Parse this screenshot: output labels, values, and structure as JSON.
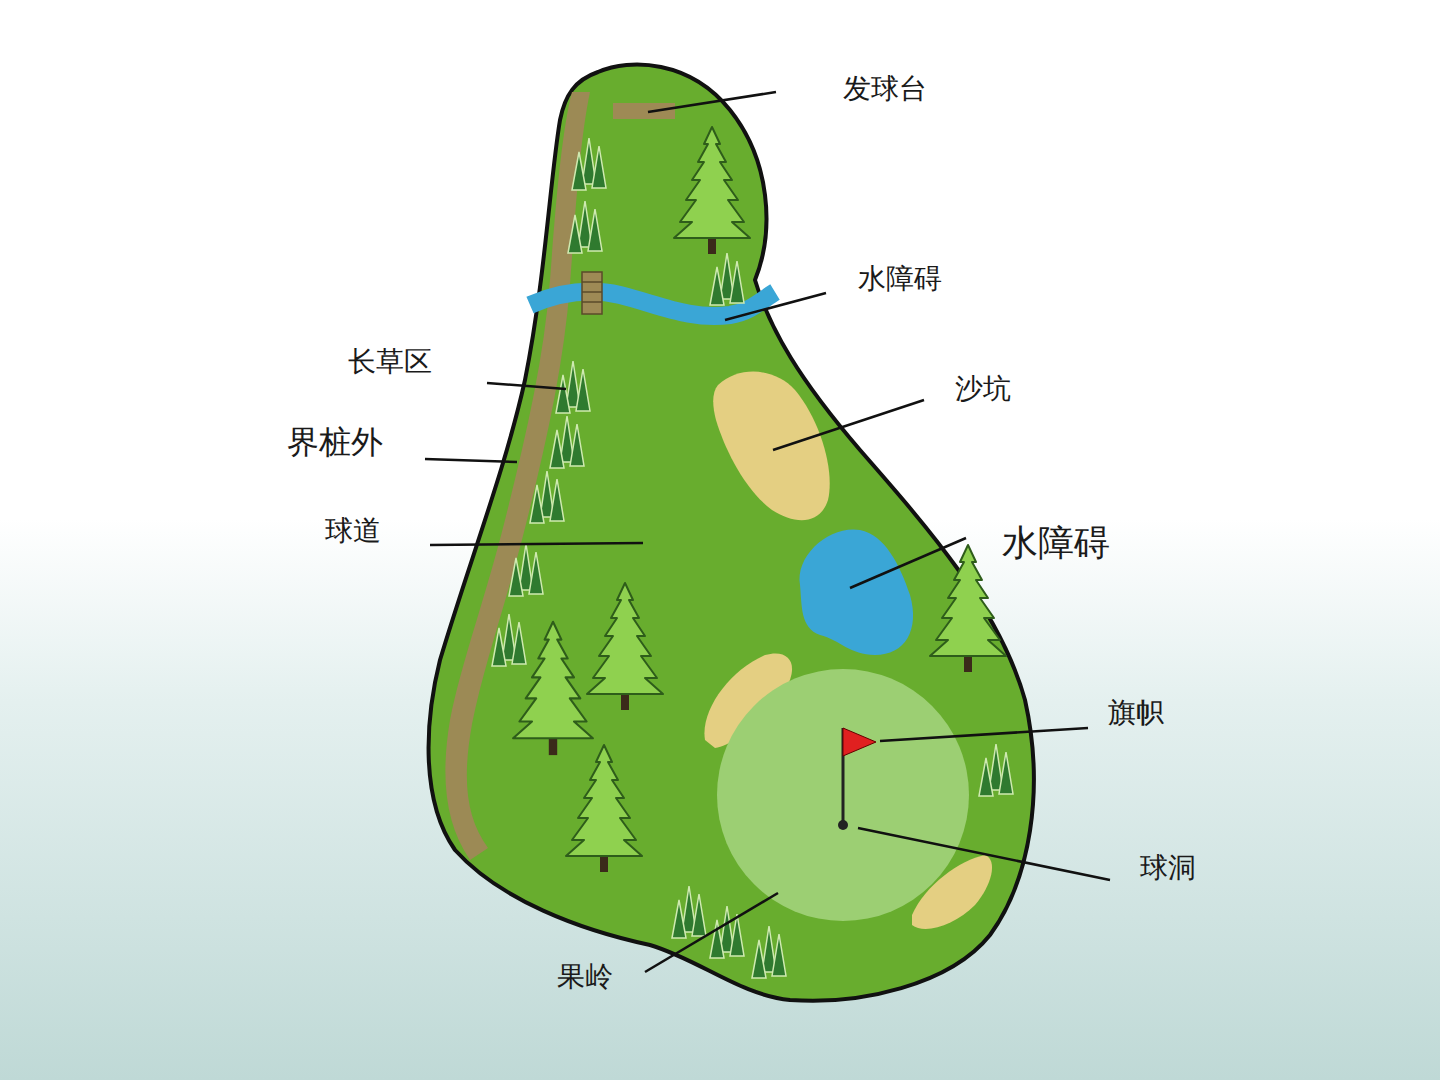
{
  "diagram": {
    "labels": [
      "发球台",
      "水障碍",
      "长草区",
      "界桩外",
      "沙坑",
      "球道",
      "水障碍",
      "旗帜",
      "球洞",
      "果岭"
    ]
  }
}
